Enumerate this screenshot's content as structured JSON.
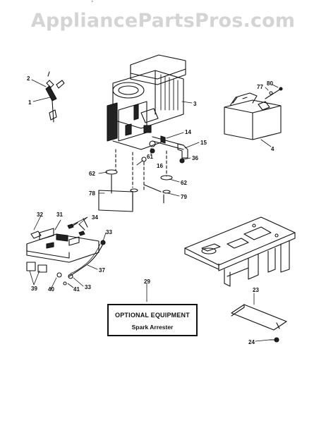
{
  "watermark": "AppliancePartsPros.com",
  "header_fragment": "' ' , ' '",
  "callouts": {
    "c1": "1",
    "c2": "2",
    "c3": "3",
    "c4": "4",
    "c14": "14",
    "c15": "15",
    "c16": "16",
    "c23": "23",
    "c24": "24",
    "c29": "29",
    "c31": "31",
    "c32": "32",
    "c33a": "33",
    "c33b": "33",
    "c34": "34",
    "c36": "36",
    "c37": "37",
    "c39": "39",
    "c40": "40",
    "c41": "41",
    "c61": "61",
    "c62a": "62",
    "c62b": "62",
    "c77": "77",
    "c78": "78",
    "c79": "79",
    "c80": "80"
  },
  "optional_box": {
    "title": "OPTIONAL EQUIPMENT",
    "subtitle": "Spark Arrester"
  }
}
